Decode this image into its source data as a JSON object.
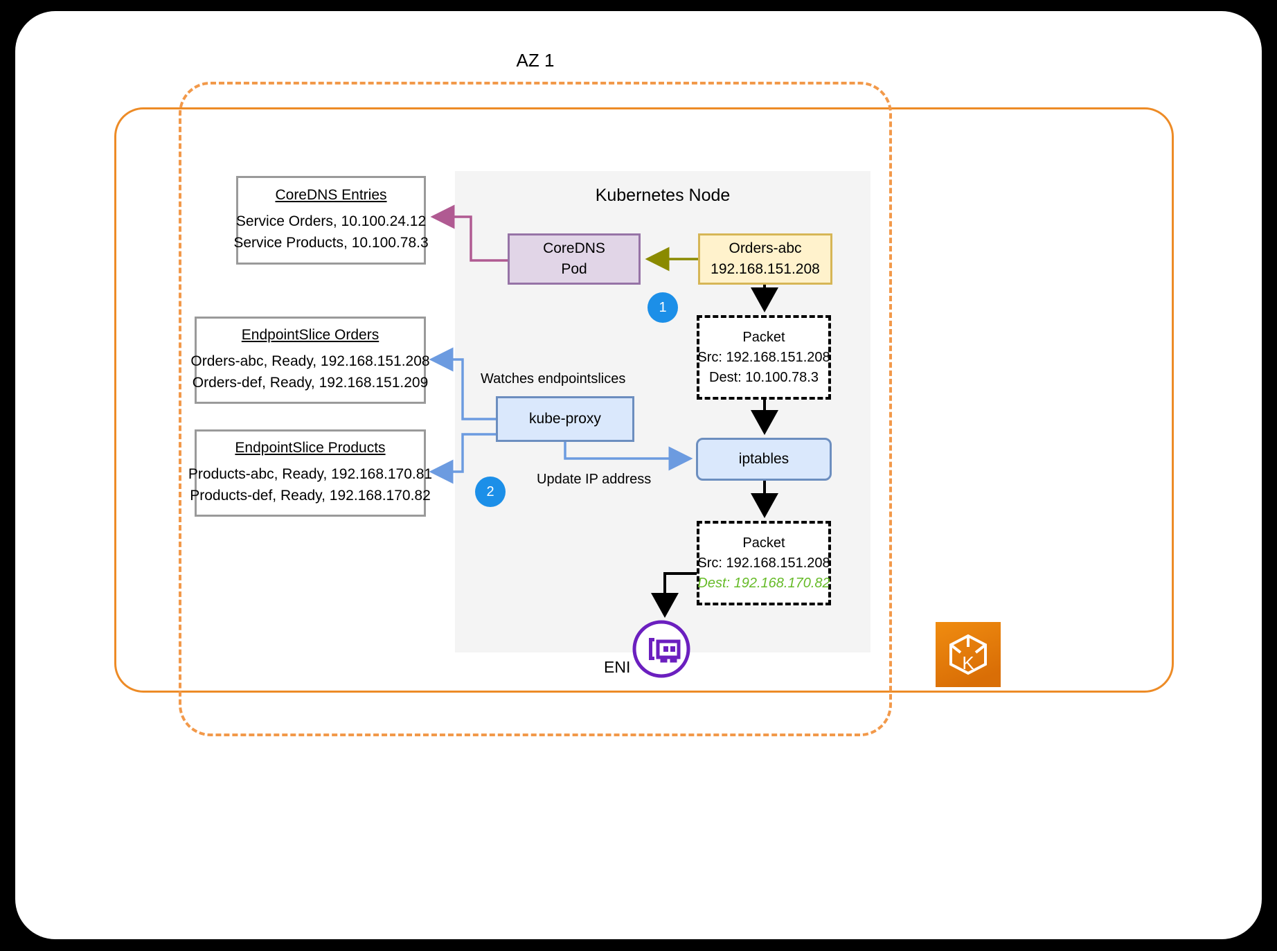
{
  "diagram": {
    "title": "AZ 1",
    "node_panel_title": "Kubernetes Node",
    "colors": {
      "vpc_border": "#ED8B26",
      "az_border": "#F2994A",
      "node_panel_bg": "#f4f4f4",
      "pod_yellow_fill": "#fff2cc",
      "pod_yellow_border": "#d6b656",
      "coredns_fill": "#e1d5e7",
      "coredns_border": "#9673a6",
      "blue_fill": "#dae8fc",
      "blue_border": "#6c8ebf",
      "badge_blue": "#1C8FE8",
      "highlight_green": "#66BB28",
      "dns_arrow": "#B05A92",
      "query_arrow": "#8A8A00",
      "eni_purple": "#6B1FBF",
      "eks_orange": "#E8800C"
    }
  },
  "coredns_entries": {
    "title": "CoreDNS Entries",
    "lines": [
      "Service Orders, 10.100.24.12",
      "Service Products, 10.100.78.3"
    ]
  },
  "endpointslice_orders": {
    "title": "EndpointSlice Orders",
    "lines": [
      "Orders-abc, Ready, 192.168.151.208",
      "Orders-def, Ready, 192.168.151.209"
    ]
  },
  "endpointslice_products": {
    "title": "EndpointSlice Products",
    "lines": [
      "Products-abc, Ready, 192.168.170.81",
      "Products-def, Ready, 192.168.170.82"
    ]
  },
  "coredns_pod": {
    "line1": "CoreDNS",
    "line2": "Pod"
  },
  "orders_pod": {
    "line1": "Orders-abc",
    "line2": "192.168.151.208"
  },
  "kube_proxy": {
    "label": "kube-proxy"
  },
  "iptables": {
    "label": "iptables"
  },
  "packet_before": {
    "title": "Packet",
    "src": "Src: 192.168.151.208",
    "dest": "Dest: 10.100.78.3"
  },
  "packet_after": {
    "title": "Packet",
    "src": "Src: 192.168.151.208",
    "dest": "Dest: 192.168.170.82"
  },
  "labels": {
    "watches": "Watches endpointslices",
    "update": "Update IP address",
    "eni": "ENI"
  },
  "badges": {
    "one": "1",
    "two": "2"
  }
}
